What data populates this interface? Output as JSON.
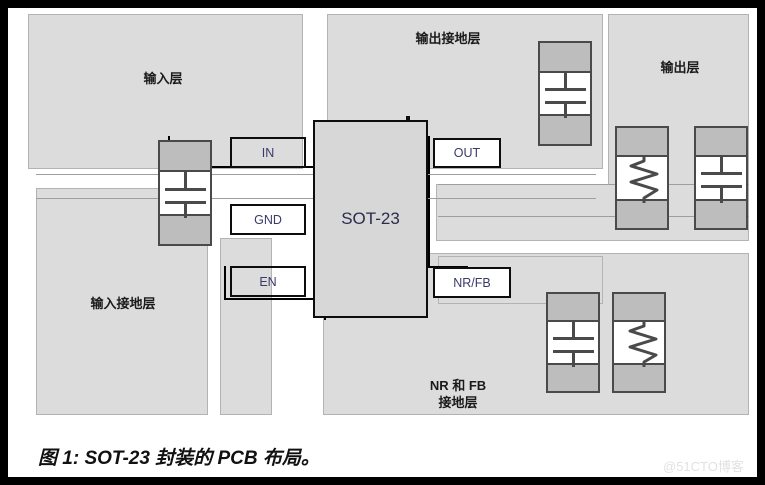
{
  "figure": {
    "caption": "图 1: SOT-23 封装的 PCB 布局。",
    "watermark": "@51CTO博客"
  },
  "chip": {
    "label": "SOT-23"
  },
  "pins": [
    {
      "name": "pin-in",
      "label": "IN"
    },
    {
      "name": "pin-gnd",
      "label": "GND"
    },
    {
      "name": "pin-en",
      "label": "EN"
    },
    {
      "name": "pin-out",
      "label": "OUT"
    },
    {
      "name": "pin-nr-fb",
      "label": "NR/FB"
    }
  ],
  "layers": [
    {
      "name": "input-layer",
      "label": "输入层"
    },
    {
      "name": "input-ground-layer",
      "label": "输入接地层"
    },
    {
      "name": "output-ground-layer",
      "label": "输出接地层"
    },
    {
      "name": "output-layer",
      "label": "输出层"
    },
    {
      "name": "nr-fb-ground-layer",
      "label": "NR 和 FB\n接地层"
    }
  ],
  "components": [
    {
      "name": "input-capacitor",
      "type": "capacitor"
    },
    {
      "name": "output-ground-capacitor",
      "type": "capacitor"
    },
    {
      "name": "feedback-resistor-top",
      "type": "resistor"
    },
    {
      "name": "output-capacitor",
      "type": "capacitor"
    },
    {
      "name": "nr-capacitor",
      "type": "capacitor"
    },
    {
      "name": "feedback-resistor-bottom",
      "type": "resistor"
    }
  ],
  "colors": {
    "copper_fill": "#dcdcdc",
    "pad": "#bdbdbd",
    "outline": "#0d0d0d",
    "page": "#ffffff",
    "frame": "#000000"
  }
}
